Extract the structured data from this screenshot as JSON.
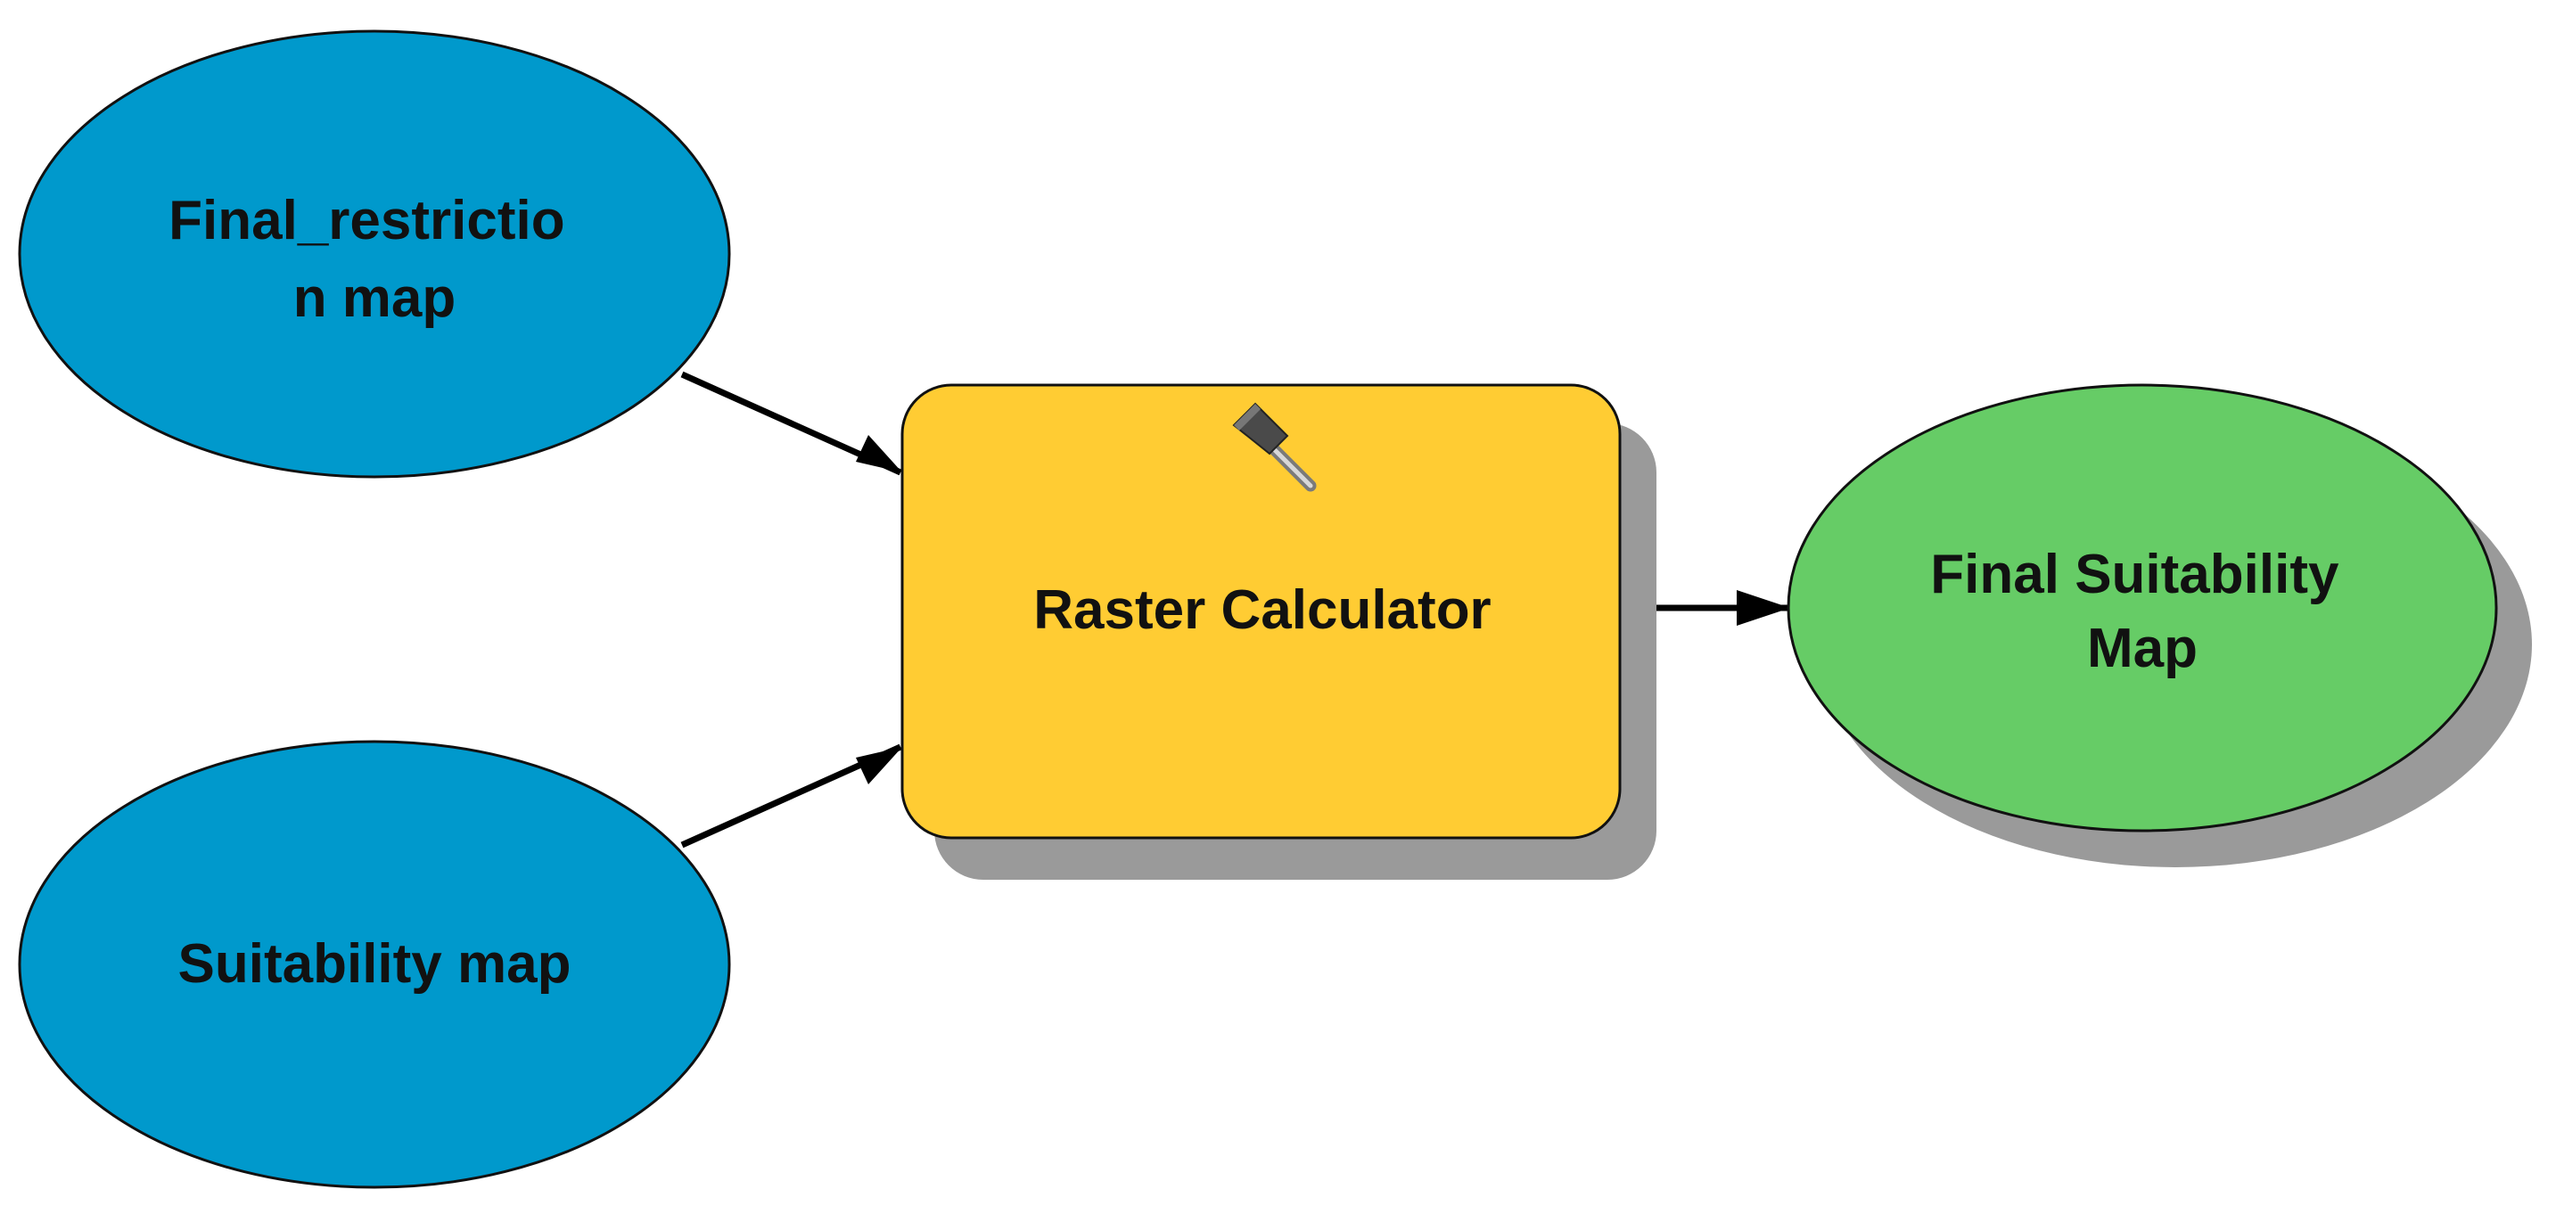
{
  "colors": {
    "input": "#0099CC",
    "tool": "#FFCC33",
    "output": "#66CC66",
    "shadow": "#9a9a9a",
    "stroke": "#111111",
    "connector": "#000000"
  },
  "nodes": {
    "final_restriction": {
      "type": "input-data",
      "lines": [
        "Final_restrictio",
        "n map"
      ]
    },
    "suitability": {
      "type": "input-data",
      "lines": [
        "Suitability map"
      ]
    },
    "raster_calculator": {
      "type": "tool",
      "icon": "hammer-icon",
      "lines": [
        "Raster Calculator"
      ]
    },
    "final_suitability": {
      "type": "output-data",
      "lines": [
        "Final Suitability",
        "Map"
      ]
    }
  },
  "connections": [
    {
      "from": "final_restriction",
      "to": "raster_calculator"
    },
    {
      "from": "suitability",
      "to": "raster_calculator"
    },
    {
      "from": "raster_calculator",
      "to": "final_suitability"
    }
  ]
}
